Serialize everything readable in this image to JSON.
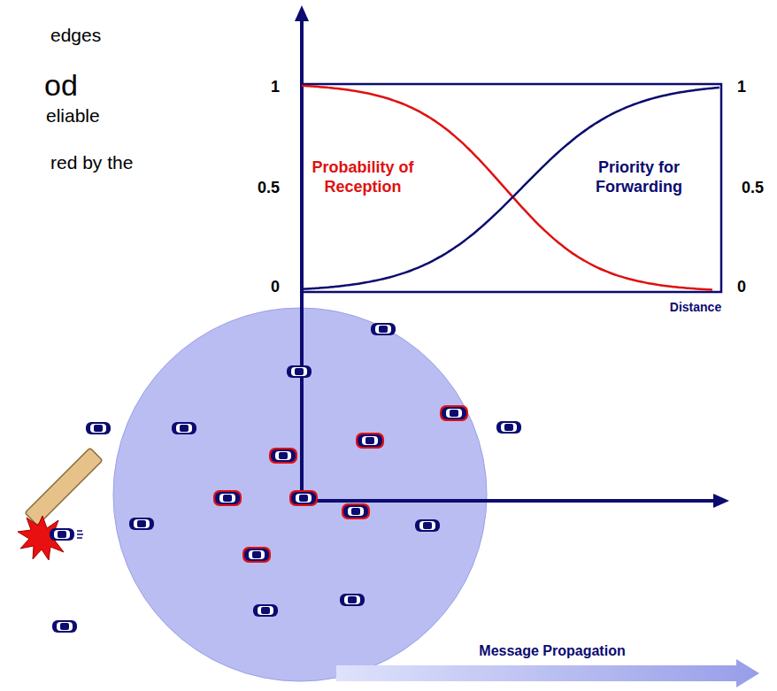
{
  "diagram": {
    "labels": [
      "edges",
      "od",
      "eliable",
      "red by the",
      "1",
      "0.5",
      "0",
      "1",
      "0.5",
      "0",
      "Probability of Reception",
      "Priority for Forwarding",
      "Distance",
      "Message Propagation"
    ]
  }
}
